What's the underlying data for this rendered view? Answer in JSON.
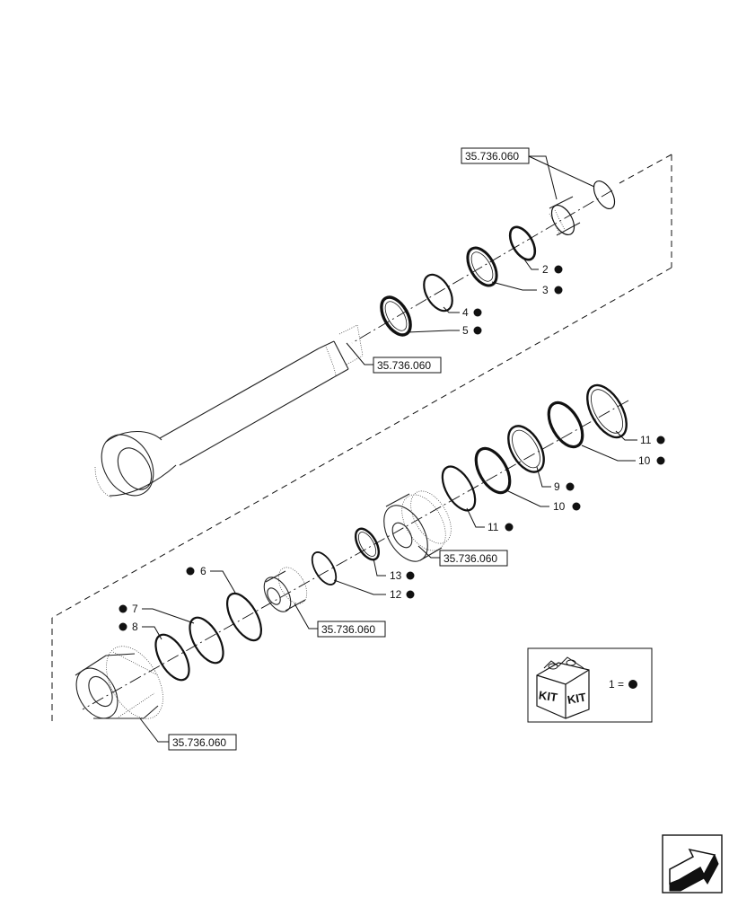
{
  "references": {
    "ref_top": "35.736.060",
    "ref_rod": "35.736.060",
    "ref_piston": "35.736.060",
    "ref_head": "35.736.060",
    "ref_housing": "35.736.060"
  },
  "callouts": {
    "c2": "2",
    "c3": "3",
    "c4": "4",
    "c5": "5",
    "c6": "6",
    "c7": "7",
    "c8": "8",
    "c9": "9",
    "c10a": "10",
    "c10b": "10",
    "c11a": "11",
    "c11b": "11",
    "c12": "12",
    "c13": "13"
  },
  "kit_legend": {
    "box_label_left": "KIT",
    "box_label_right": "KIT",
    "equation": "1 ="
  },
  "nav_icon": "next-page-arrow-icon"
}
